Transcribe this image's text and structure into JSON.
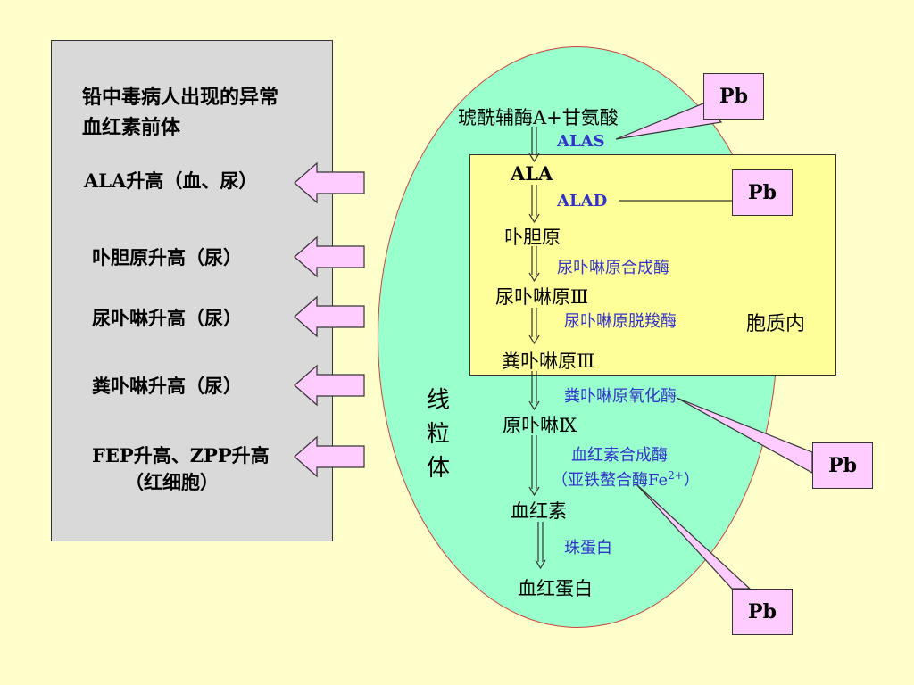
{
  "left_panel": {
    "title_line1": "铅中毒病人出现的异常",
    "title_line2": "血红素前体",
    "items": [
      {
        "text": "ALA升高（血、尿）"
      },
      {
        "text": "卟胆原升高（尿）"
      },
      {
        "text": "尿卟啉升高（尿）"
      },
      {
        "text": "粪卟啉升高（尿）"
      },
      {
        "text": "FEP升高、ZPP升高",
        "text2": "（红细胞）"
      }
    ]
  },
  "pathway": {
    "start": "琥酰辅酶A+甘氨酸",
    "ALAS": "ALAS",
    "ALA": "ALA",
    "ALAD": "ALAD",
    "pbg": "卟胆原",
    "enz_uro_synth": "尿卟啉原合成酶",
    "uro3": "尿卟啉原Ⅲ",
    "enz_uro_decarb": "尿卟啉原脱羧酶",
    "copro3": "粪卟啉原Ⅲ",
    "enz_copro_ox": "粪卟啉原氧化酶",
    "proto9": "原卟啉Ⅸ",
    "enz_heme_synth": "血红素合成酶",
    "enz_ferrochelatase": "（亚铁螯合酶Fe",
    "fe_sup": "2+",
    "enz_close": "）",
    "heme": "血红素",
    "globin": "珠蛋白",
    "hemoglobin": "血红蛋白"
  },
  "regions": {
    "cytoplasm": "胞质内",
    "mitochondria": "线粒体"
  },
  "pb_label": "Pb",
  "colors": {
    "background": "#ffffcc",
    "panel": "#d9d9d9",
    "mitochondria": "#99ffcc",
    "cytoplasm": "#ffff99",
    "arrow_pink": "#ffccff",
    "enzyme_text": "#3333cc"
  }
}
